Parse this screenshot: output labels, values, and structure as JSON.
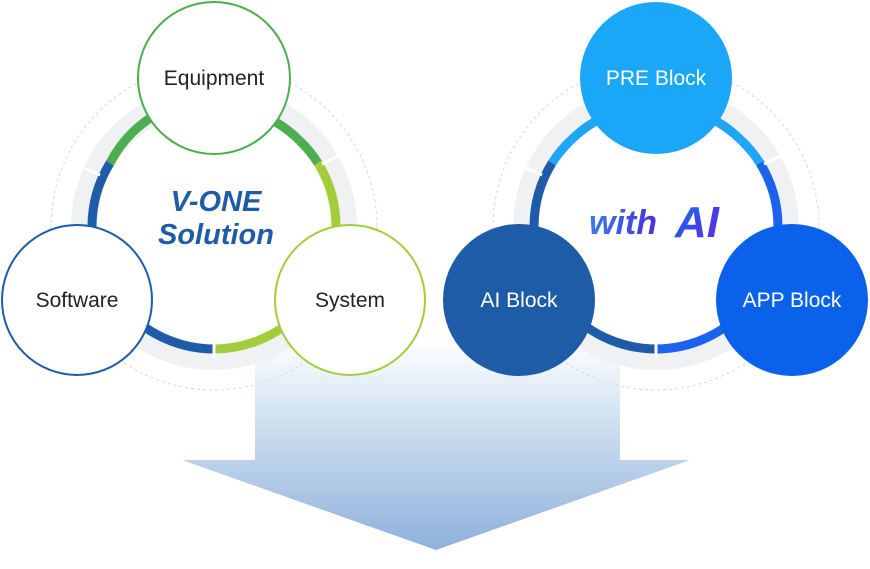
{
  "left_group": {
    "center_line1": "V-ONE",
    "center_line2": "Solution",
    "node_top": "Equipment",
    "node_left": "Software",
    "node_right": "System"
  },
  "right_group": {
    "center_prefix": "with",
    "center_logo": "AI",
    "node_top": "PRE Block",
    "node_left": "AI Block",
    "node_right": "APP Block"
  },
  "colors": {
    "green": "#4cae4f",
    "lime": "#a4cd3c",
    "navy": "#1f5ca8",
    "sky": "#1ea6f5",
    "royal": "#1b63ee",
    "pre_block": "#1aa7f7",
    "ai_block": "#1f5ca8",
    "app_block": "#0b62ea",
    "ring_bg": "#f1f2f4"
  }
}
